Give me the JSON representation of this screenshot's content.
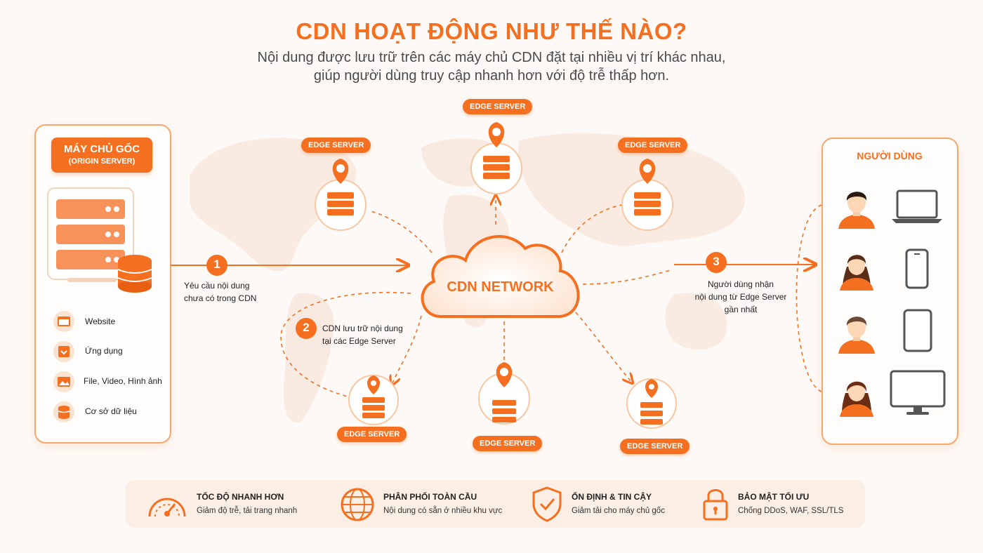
{
  "header": {
    "title": "CDN HOẠT ĐỘNG NHƯ THẾ NÀO?",
    "subtitle_line1": "Nội dung được lưu trữ trên các máy chủ CDN đặt tại nhiều vị trí khác nhau,",
    "subtitle_line2": "giúp người dùng truy cập nhanh hơn với độ trễ thấp hơn."
  },
  "origin": {
    "title_line1": "MÁY CHỦ GỐC",
    "title_line2": "(ORIGIN SERVER)",
    "items": [
      {
        "label": "Website",
        "icon": "website-icon"
      },
      {
        "label": "Ứng dụng",
        "icon": "app-icon"
      },
      {
        "label": "File, Video, Hình ảnh",
        "icon": "media-icon"
      },
      {
        "label": "Cơ sở dữ liệu",
        "icon": "database-icon"
      }
    ]
  },
  "edge_servers": {
    "top_center": "EDGE SERVER",
    "top_left": "EDGE SERVER",
    "top_right": "EDGE SERVER",
    "bottom_left": "EDGE SERVER",
    "bottom_center": "EDGE SERVER",
    "bottom_right": "EDGE SERVER"
  },
  "cdn": {
    "label": "CDN NETWORK"
  },
  "steps": [
    {
      "number": "1",
      "line1": "Yêu cầu nội dung",
      "line2": "chưa có trong CDN"
    },
    {
      "number": "2",
      "line1": "CDN lưu trữ nội dung",
      "line2": "tại các Edge Server"
    },
    {
      "number": "3",
      "line1": "Người dùng nhận",
      "line2": "nội dung từ Edge Server",
      "line3": "gần nhất"
    }
  ],
  "users": {
    "title": "NGƯỜI DÙNG",
    "devices": [
      "laptop-icon",
      "phone-icon",
      "tablet-icon",
      "monitor-icon"
    ]
  },
  "features": [
    {
      "title": "TỐC ĐỘ NHANH HƠN",
      "desc": "Giảm độ trễ, tải trang nhanh",
      "icon": "speedometer-icon"
    },
    {
      "title": "PHÂN PHỐI TOÀN CẦU",
      "desc": "Nội dung có sẵn ở nhiều khu vực",
      "icon": "globe-icon"
    },
    {
      "title": "ỔN ĐỊNH & TIN CẬY",
      "desc": "Giảm tải cho máy chủ gốc",
      "icon": "shield-check-icon"
    },
    {
      "title": "BẢO MẬT TỐI ƯU",
      "desc": "Chống DDoS, WAF, SSL/TLS",
      "icon": "lock-icon"
    }
  ],
  "colors": {
    "accent": "#f46f20",
    "accent_light": "#fbe3d2",
    "background": "#fdf9f6"
  }
}
